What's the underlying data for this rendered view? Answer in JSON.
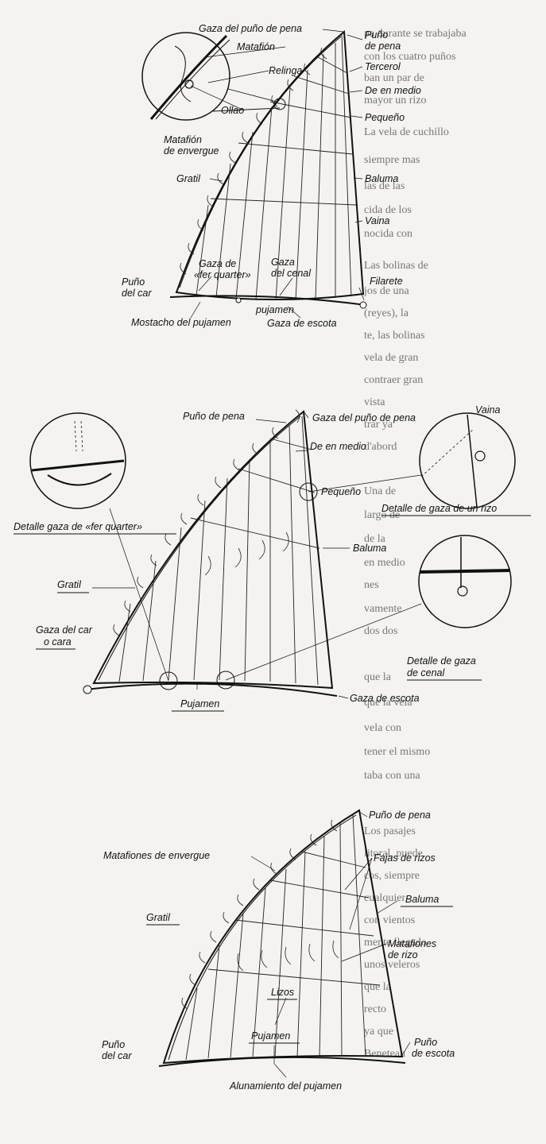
{
  "page_number": "",
  "background_text": [
    "pa durante se trabajaba",
    "con los cuatro puños",
    "ban un par de",
    "mayor un rizo",
    "La vela de cuchillo",
    "siempre mas",
    "las de las",
    "cida de los",
    "nocida con",
    "Las bolinas de",
    "jos de una",
    "(reyes), la",
    "te, las bolinas",
    "vela de gran",
    "contraer gran",
    "vista",
    "trar ya",
    "d'abord",
    "Una de",
    "largo de",
    "de la",
    "en medio",
    "nes",
    "vamente",
    "dos dos",
    "que la",
    "que la vela",
    "vela con",
    "tener el mismo",
    "taba con una",
    "Los pasajes",
    "litoral, puede",
    "cos, siempre",
    "cualquier",
    "con vientos",
    "mente llegado",
    "unos veleros",
    "que la",
    "recto",
    "ya que",
    "Beneteau"
  ],
  "diagram1": {
    "labels": {
      "gaza_puno_pena": "Gaza del puño de pena",
      "matafion": "Matafión",
      "relinga": "Relinga",
      "ollao": "Ollao",
      "matafion_envergue_1": "Matafión",
      "matafion_envergue_2": "de envergue",
      "gratil": "Gratil",
      "puno_pena_1": "Puño",
      "puno_pena_2": "de pena",
      "tercerol": "Tercerol",
      "de_en_medio": "De en medio",
      "pequeno": "Pequeño",
      "baluma": "Baluma",
      "vaina": "Vaina",
      "gaza_fer_1": "Gaza de",
      "gaza_fer_2": "«fer quarter»",
      "gaza_cenal_1": "Gaza",
      "gaza_cenal_2": "del cenal",
      "puno_car_1": "Puño",
      "puno_car_2": "del car",
      "filarete": "Filarete",
      "pujamen": "pujamen",
      "mostacho": "Mostacho del pujamen",
      "gaza_escota": "Gaza de escota"
    }
  },
  "diagram2": {
    "labels": {
      "puno_pena": "Puño de pena",
      "gaza_puno_pena": "Gaza del puño de pena",
      "vaina": "Vaina",
      "de_en_medio": "De en medio",
      "pequeno": "Pequeño",
      "detalle_fer": "Detalle gaza de «fer quarter»",
      "detalle_rizo": "Detalle de gaza de un rizo",
      "baluma": "Baluma",
      "gratil": "Gratil",
      "gaza_car_1": "Gaza del car",
      "gaza_car_2": "o cara",
      "detalle_cenal_1": "Detalle de gaza",
      "detalle_cenal_2": "de cenal",
      "pujamen": "Pujamen",
      "gaza_escota": "Gaza de escota"
    }
  },
  "diagram3": {
    "labels": {
      "puno_pena": "Puño de pena",
      "matafiones_envergue": "Matafiones de envergue",
      "fajas_rizos": "Fajas de rizos",
      "baluma": "Baluma",
      "gratil": "Gratil",
      "matafiones_rizo_1": "Matafiones",
      "matafiones_rizo_2": "de rizo",
      "lizos": "Lizos",
      "pujamen": "Pujamen",
      "puno_car_1": "Puño",
      "puno_car_2": "del car",
      "puno_escota_1": "Puño",
      "puno_escota_2": "de escota",
      "alunamiento": "Alunamiento del pujamen"
    }
  }
}
